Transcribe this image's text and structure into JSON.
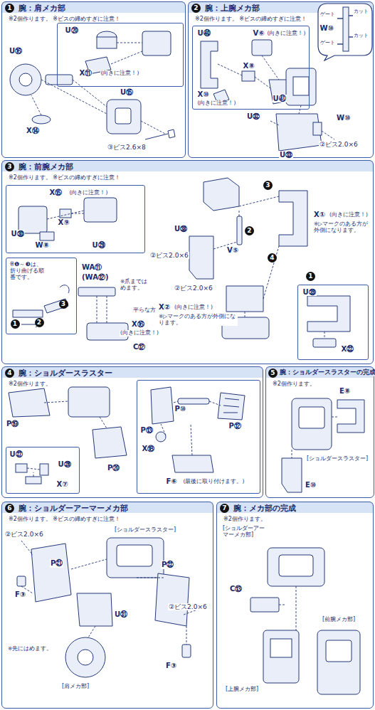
{
  "diagram": {
    "nodes": [
      {
        "text": [
          "1",
          "腕：肩メカ部",
          "※2個作ります。 ※ビスの締めすぎに注意！"
        ]
      },
      {
        "text": [
          "U⑳",
          "X⑪",
          "(向きに注意！)"
        ],
        "in": 0
      },
      {
        "text": [
          "2",
          "腕：上腕メカ部",
          "※2個作ります。 ※ビスの締めすぎに注意！"
        ]
      },
      {
        "text": [
          "U㊵",
          "V⑥",
          "(向きに注意！)",
          "X⑧",
          "X⑩",
          "(向きに注意！)",
          "U㊶"
        ],
        "in": 2
      },
      {
        "text": [
          "ゲート",
          "カット",
          "W⑩",
          "ゲート",
          "カット"
        ],
        "in": 2
      },
      {
        "text": [
          "3",
          "腕：前腕メカ部",
          "※2個作ります。 ※ビスの締めすぎに注意！"
        ]
      },
      {
        "text": [
          "X⑮",
          "(向きに注意！)",
          "U㉚",
          "X⑨",
          "W⑧",
          "U㉙"
        ],
        "in": 5
      },
      {
        "text": [
          "※❶～❸は、折り曲げる順番です。",
          "1",
          "2",
          "3"
        ],
        "in": 5
      },
      {
        "text": [
          "U㊴",
          "X㉒"
        ],
        "in": 5
      },
      {
        "text": [
          "4",
          "腕：ショルダースラスター",
          "※2個作ります。"
        ]
      },
      {
        "text": [
          "P⑬",
          "P⑩",
          "P⑫",
          "X⑱",
          "F⑥",
          "(最後に取り付けます。)"
        ],
        "in": 9
      },
      {
        "text": [
          "U㉗",
          "U㉖",
          "X⑦"
        ],
        "in": 9
      },
      {
        "text": [
          "5",
          "腕：ショルダースラスターの完成",
          "※2個作ります。"
        ]
      },
      {
        "text": [
          "6",
          "腕：ショルダーアーマーメカ部",
          "※2個作ります。 ※ビスの締めすぎに注意！"
        ]
      },
      {
        "text": [
          "7",
          "腕：メカ部の完成",
          "※2個作ります。"
        ]
      }
    ],
    "labels": [
      "U⑯",
      "U⑮",
      "X⑭",
      "③ビス2.6×8",
      "U㉜",
      "W⑩",
      "②ビス2.0×6",
      "U㉝",
      "U㊳",
      "②ビス2.0×6",
      "V⑤",
      "②ビス2.0×6",
      "X②",
      "(向きに注意！)",
      "※▷マークのある方が外側になります。",
      "X①",
      "(向きに注意！)",
      "※▷マークのある方が外側になります。",
      "3",
      "2",
      "4",
      "1",
      "WA⑪",
      "(WA⑫)",
      "※爪まではめます。",
      "平らな方",
      "X⑯",
      "(向きに注意！)",
      "C⑫",
      "P⑲",
      "P⑳",
      "E⑧",
      "[ショルダースラスター]",
      "E⑩",
      "②ビス2.0×6",
      "P㉑",
      "[ショルダースラスター]",
      "P㉒",
      "②ビス2.0×6",
      "F③",
      "U㉛",
      "※先にはめます。",
      "[肩メカ部]",
      "F③",
      "[ショルダーアーマーメカ部]",
      "C⑬",
      "[上腕メカ部]",
      "[前腕メカ部]"
    ]
  }
}
